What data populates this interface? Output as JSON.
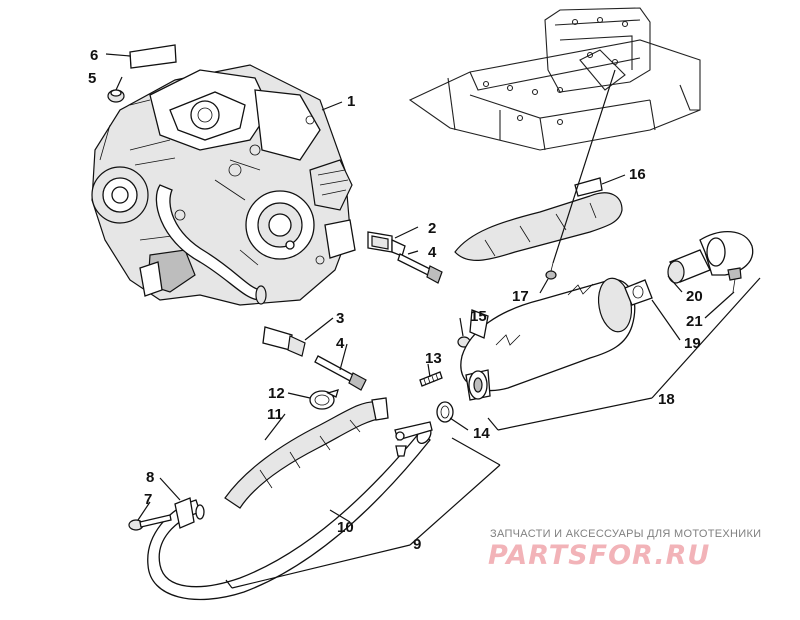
{
  "callouts": {
    "c1": "1",
    "c2": "2",
    "c3": "3",
    "c4a": "4",
    "c4b": "4",
    "c5": "5",
    "c6": "6",
    "c7": "7",
    "c8": "8",
    "c9": "9",
    "c10": "10",
    "c11": "11",
    "c12": "12",
    "c13": "13",
    "c14": "14",
    "c15": "15",
    "c16": "16",
    "c17": "17",
    "c18": "18",
    "c19": "19",
    "c20": "20",
    "c21": "21"
  },
  "watermark": {
    "tagline": "ЗАПЧАСТИ И АКСЕССУАРЫ ДЛЯ МОТОТЕХНИКИ",
    "logo": "PARTSFOR.RU",
    "color": "#f2b3b8"
  }
}
